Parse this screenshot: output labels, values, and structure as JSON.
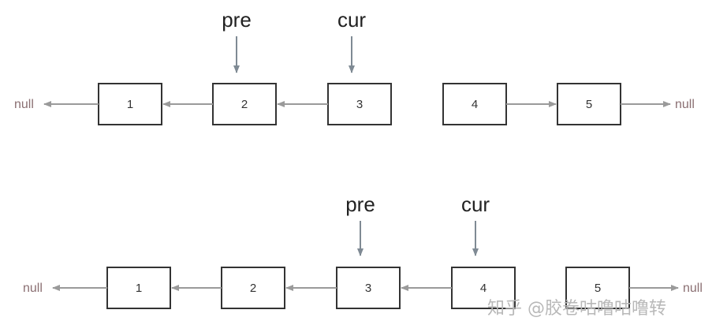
{
  "panels": [
    {
      "id": "top",
      "nodes": [
        "1",
        "2",
        "3",
        "4",
        "5"
      ],
      "links": [
        "left",
        "left",
        "left",
        "none",
        "right",
        "right"
      ],
      "pointers": [
        {
          "label": "pre",
          "node_index": 1
        },
        {
          "label": "cur",
          "node_index": 2
        }
      ],
      "null_left": "null",
      "null_right": "null"
    },
    {
      "id": "bottom",
      "nodes": [
        "1",
        "2",
        "3",
        "4",
        "5"
      ],
      "links": [
        "left",
        "left",
        "left",
        "left",
        "none",
        "right"
      ],
      "pointers": [
        {
          "label": "pre",
          "node_index": 2
        },
        {
          "label": "cur",
          "node_index": 3
        }
      ],
      "null_left": "null",
      "null_right": "null"
    }
  ],
  "watermark": "知乎 @胶卷咕噜咕噜转",
  "colors": {
    "arrow": "#9a9a9a",
    "pointer_arrow": "#7f8a94",
    "null_text": "#8a6f72",
    "node_border": "#333333"
  }
}
